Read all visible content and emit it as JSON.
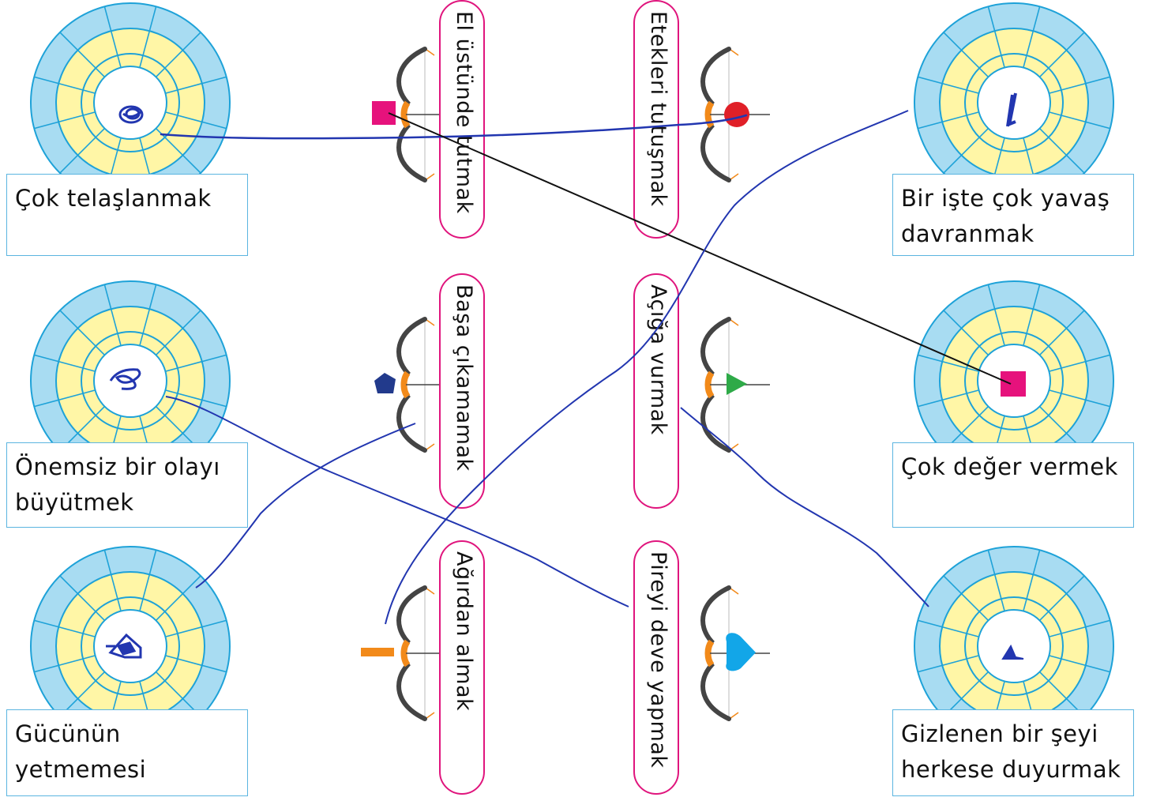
{
  "colors": {
    "outer_ring": "#a8dcf2",
    "inner_ring": "#fff6a6",
    "ring_stroke": "#1ea2d8",
    "pill_border": "#e0157d",
    "bow_wood": "#444444",
    "bow_grip": "#f28a1a",
    "pen_blue": "#2236b0",
    "line_black": "#111111"
  },
  "definitions": [
    {
      "text": "Çok telaşlanmak"
    },
    {
      "text": "Önemsiz bir olayı büyütmek"
    },
    {
      "text": "Gücünün yetmemesi"
    },
    {
      "text": "Bir işte çok yavaş davranmak"
    },
    {
      "text": "Çok değer vermek"
    },
    {
      "text": "Gizlenen bir şeyi herkese duyurmak"
    }
  ],
  "idioms": [
    {
      "text": "El üstünde tutmak",
      "shape": "pink-square-icon",
      "color": "#e6127c"
    },
    {
      "text": "Başa çıkamamak",
      "shape": "navy-pentagon-icon",
      "color": "#223a8c"
    },
    {
      "text": "Ağırdan almak",
      "shape": "orange-bar-icon",
      "color": "#f28a1a"
    },
    {
      "text": "Etekleri tutuşmak",
      "shape": "red-circle-icon",
      "color": "#e02028"
    },
    {
      "text": "Açığa vurmak",
      "shape": "green-triangle-icon",
      "color": "#2eaa48"
    },
    {
      "text": "Pireyi deve yapmak",
      "shape": "blue-heart-icon",
      "color": "#12a6e8"
    }
  ],
  "target_marks": [
    "blue-scribble-circle-icon",
    "blue-scribble-pentagon-icon",
    "blue-scribble-heart-icon",
    "blue-scribble-bar-icon",
    "pink-square-icon",
    "blue-scribble-triangle-icon"
  ]
}
